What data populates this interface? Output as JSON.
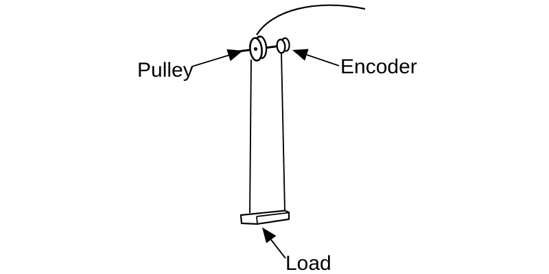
{
  "figure": {
    "type": "schematic-diagram",
    "description": "Pulley with encoder on a shared axle; a cable runs over the pulley and a belt hangs down to a load bar",
    "background_color": "#ffffff",
    "line_color": "#000000",
    "text_color": "#000000",
    "labels": {
      "pulley": "Pulley",
      "encoder": "Encoder",
      "load": "Load"
    },
    "components": [
      "cable",
      "pulley",
      "encoder",
      "belt",
      "load"
    ]
  }
}
